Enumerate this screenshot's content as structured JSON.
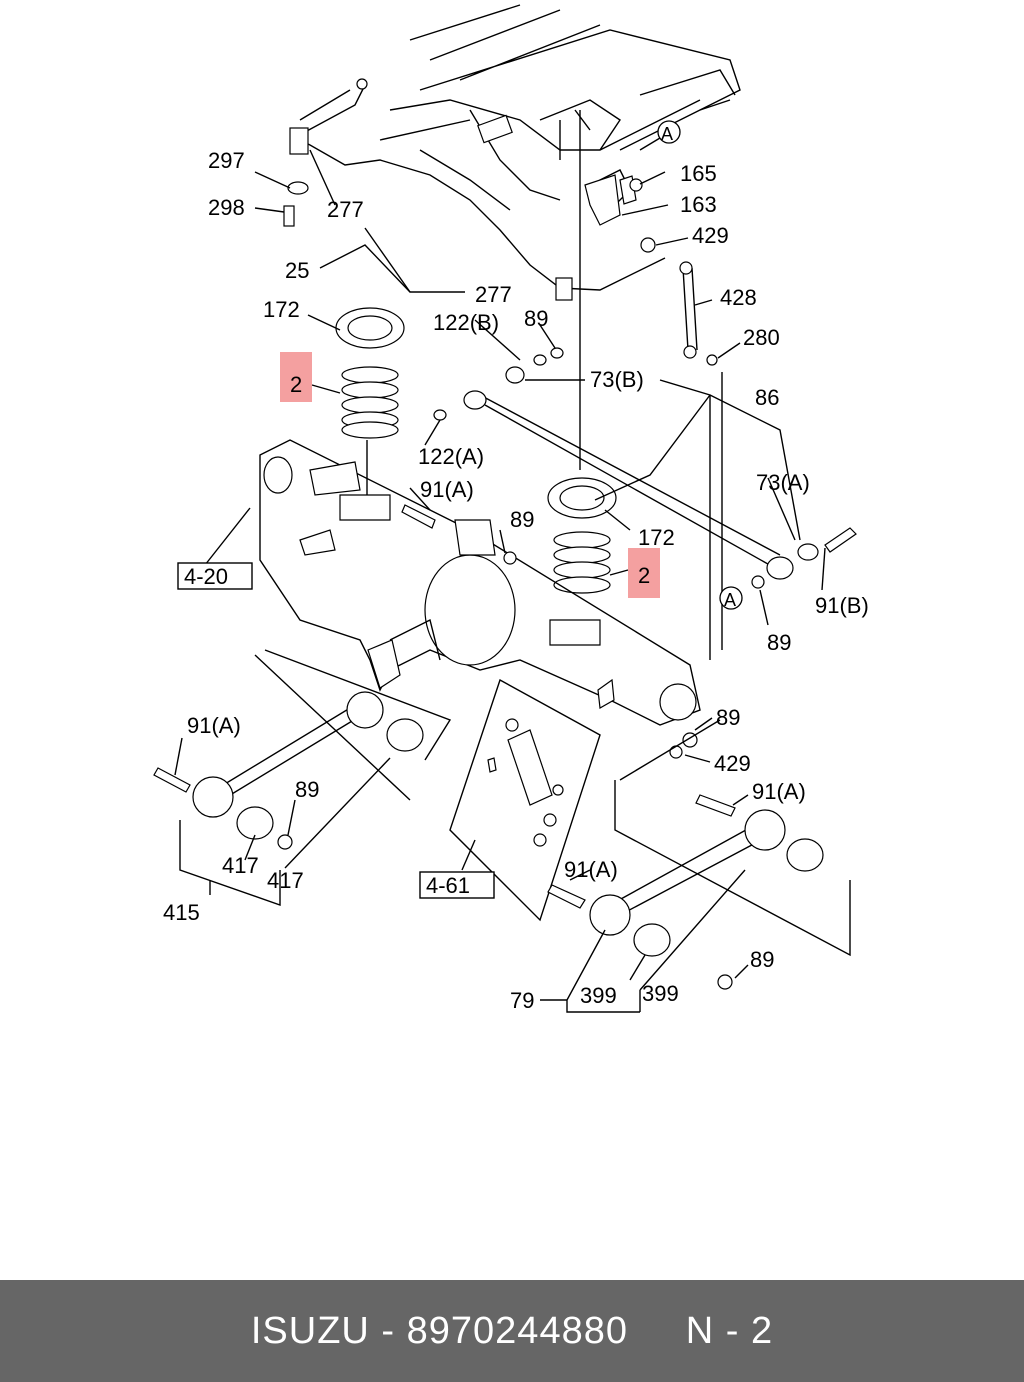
{
  "diagram": {
    "highlight_color": "#f4a0a0",
    "callouts": {
      "c297": "297",
      "c298": "298",
      "c277a": "277",
      "c25": "25",
      "c277b": "277",
      "c172a": "172",
      "c2a": "2",
      "c122b": "122(B)",
      "c89a": "89",
      "c73b": "73(B)",
      "c86": "86",
      "c122a": "122(A)",
      "c91a1": "91(A)",
      "c89b": "89",
      "c172b": "172",
      "c2b": "2",
      "c73a": "73(A)",
      "c91b": "91(B)",
      "c89c": "89",
      "cA1": "A",
      "cA2": "A",
      "c165": "165",
      "c163": "163",
      "c429a": "429",
      "c428": "428",
      "c280": "280",
      "c420": "4-20",
      "c91a2": "91(A)",
      "c89d": "89",
      "c417a": "417",
      "c417b": "417",
      "c415": "415",
      "c461": "4-61",
      "c89e": "89",
      "c429b": "429",
      "c91a3": "91(A)",
      "c91a4": "91(A)",
      "c89f": "89",
      "c79": "79",
      "c399a": "399",
      "c399b": "399"
    }
  },
  "footer": {
    "brand": "ISUZU",
    "separator": " - ",
    "part_number": "8970244880",
    "gap": "     ",
    "ref": "N - 2"
  }
}
